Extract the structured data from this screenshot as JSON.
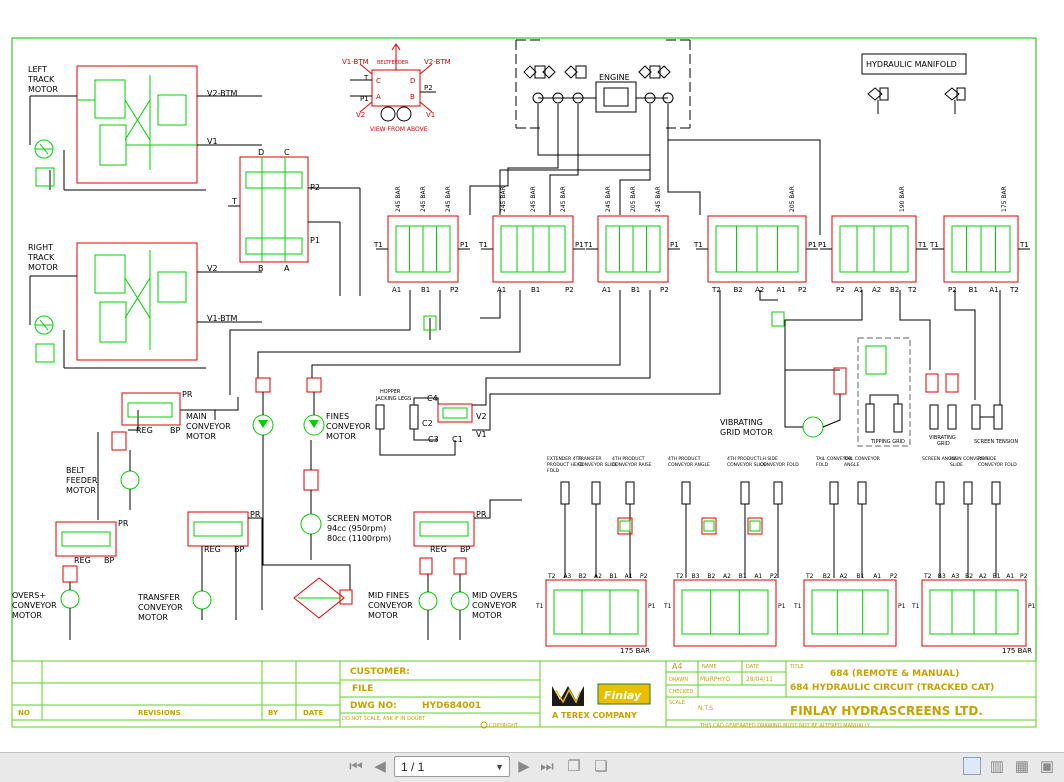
{
  "colors": {
    "frame": "#00c000",
    "component": "#00d000",
    "manifold": "#e00000",
    "line": "#000000",
    "note": "#00c8d0",
    "title_block": "#60d020",
    "title_text": "#c8a000",
    "brand": "#e8c000"
  },
  "labels": {
    "left_track": [
      "LEFT",
      "TRACK",
      "MOTOR"
    ],
    "right_track": [
      "RIGHT",
      "TRACK",
      "MOTOR"
    ],
    "v2_btm_1": "V2-BTM",
    "v1_1": "V1",
    "v2_2": "V2",
    "v1_btm_2": "V1-BTM",
    "d": "D",
    "c": "C",
    "b": "B",
    "a": "A",
    "p2": "P2",
    "p1": "P1",
    "t": "T",
    "engine": "ENGINE",
    "hydraulic_manifold": "HYDRAULIC MANIFOLD",
    "main_conveyor": [
      "MAIN",
      "CONVEYOR",
      "MOTOR"
    ],
    "belt_feeder": [
      "BELT",
      "FEEDER",
      "MOTOR"
    ],
    "fines_conveyor": [
      "FINES",
      "CONVEYOR",
      "MOTOR"
    ],
    "hopper": [
      "HOPPER",
      "JACKING LEGS"
    ],
    "vibrating_grid": [
      "VIBRATING",
      "GRID MOTOR"
    ],
    "screen_motor": [
      "SCREEN MOTOR",
      "94cc (950rpm)",
      "80cc (1100rpm)"
    ],
    "overs_conveyor": [
      "OVERS+",
      "CONVEYOR",
      "MOTOR"
    ],
    "transfer_conveyor": [
      "TRANSFER",
      "CONVEYOR",
      "MOTOR"
    ],
    "mid_fines": [
      "MID FINES",
      "CONVEYOR",
      "MOTOR"
    ],
    "mid_overs": [
      "MID OVERS",
      "CONVEYOR",
      "MOTOR"
    ],
    "pr": "PR",
    "reg": "REG",
    "bp": "BP",
    "c4": "C4",
    "c2": "C2",
    "c3": "C3",
    "c1": "C1",
    "tipping_grid": "TIPPING GRID",
    "vibrating_grid_small": [
      "VIBRATING",
      "GRID"
    ],
    "screen_tension": "SCREEN TENSION",
    "bar_175": "175 BAR"
  },
  "beltfeeder_view": {
    "v1_btm": "V1-BTM",
    "v2_btm": "V2-BTM",
    "beltfeeder": "BELTFEEDER",
    "t": "T",
    "p1": "P1",
    "p2": "P2",
    "c": "C",
    "d": "D",
    "a": "A",
    "b": "B",
    "v1": "V1",
    "v2": "V2",
    "caption": "VIEW FROM ABOVE"
  },
  "valves": [
    {
      "bars": [
        "245 BAR",
        "245 BAR",
        "245 BAR"
      ],
      "bottom": [
        "A1",
        "B1",
        "P2"
      ],
      "left": "T1",
      "right": "P1"
    },
    {
      "bars": [
        "245 BAR",
        "245 BAR",
        "245 BAR"
      ],
      "bottom": [
        "A1",
        "B1",
        "P2"
      ],
      "left": "T1",
      "right": "P1"
    },
    {
      "bars": [
        "245 BAR",
        "205 BAR",
        "245 BAR"
      ],
      "bottom": [
        "A1",
        "B1",
        "P2"
      ],
      "left": "T1",
      "right": "P1"
    },
    {
      "bars": [
        "205 BAR"
      ],
      "bottom": [
        "T2",
        "B2",
        "A2",
        "A1",
        "P2"
      ],
      "left": "T1",
      "right": "P1"
    },
    {
      "bars": [
        "190 BAR"
      ],
      "bottom": [
        "P2",
        "A1",
        "A2",
        "B2",
        "T2"
      ],
      "left": "P1",
      "right": "T1"
    },
    {
      "bars": [
        "175 BAR"
      ],
      "bottom": [
        "P2",
        "B1",
        "A1",
        "T2"
      ],
      "left": "T1",
      "right": "T1"
    }
  ],
  "cylinders": [
    "EXTENDER 4TH PRODUCT HEAD FOLD",
    "TRANSFER CONVEYOR SLIDE",
    "4TH PRODUCT CONVEYOR RAISE",
    "4TH PRODUCT CONVEYOR ANGLE",
    "4TH PRODUCT CONVEYOR SLIDE",
    "LH SIDE CONVEYOR FOLD",
    "TAIL CONVEYOR FOLD",
    "TAIL CONVEYOR ANGLE",
    "SCREEN ANGLE",
    "MAIN CONVEYOR SLIDE",
    "RH SIDE CONVEYOR FOLD"
  ],
  "title_block": {
    "customer": "CUSTOMER:",
    "file": "FILE",
    "dwg_no_label": "DWG NO:",
    "dwg_no": "HYD684001",
    "revisions": "REVISIONS",
    "no": "NO",
    "by": "BY",
    "date": "DATE",
    "no_scale": "DO NOT SCALE, ASK IF IN DOUBT",
    "copyright": "COPYRIGHT",
    "size": "A4",
    "name_label": "NAME",
    "date_label": "DATE",
    "drawn": "DRAWN",
    "checked": "CHECKED",
    "scale": "SCALE",
    "drawn_name": "MURPHYG",
    "drawn_date": "28/04/11",
    "scale_val": "N.T.S.",
    "title_label": "TITLE",
    "title1": "684 (REMOTE & MANUAL)",
    "title2": "684 HYDRAULIC CIRCUIT (TRACKED CAT)",
    "company": "FINLAY HYDRASCREENS LTD.",
    "terex": "A TEREX COMPANY",
    "logo": "Finlay",
    "cad_note": "THIS CAD GENERATED DRAWING MUST NOT BE ALTERED MANUALLY"
  },
  "toolbar": {
    "page": "1 / 1"
  }
}
